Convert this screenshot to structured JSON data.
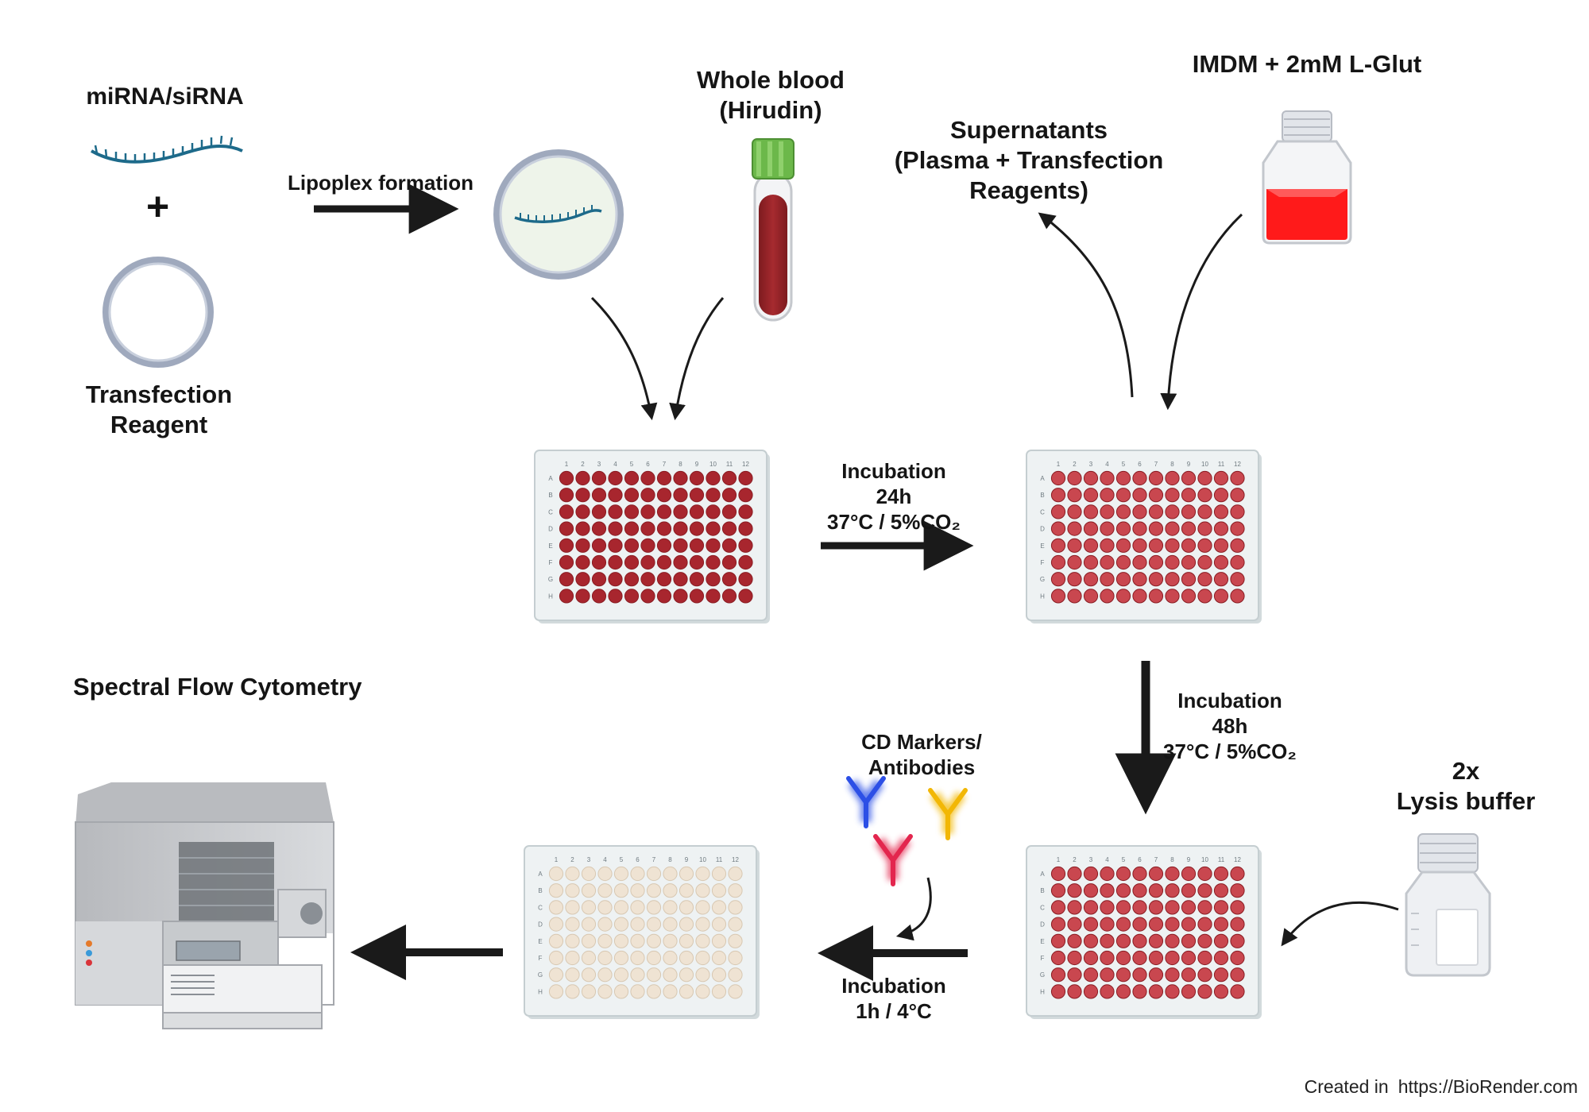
{
  "labels": {
    "mirna": "miRNA/siRNA",
    "plus": "+",
    "transfection_reagent": [
      "Transfection",
      "Reagent"
    ],
    "lipoplex": "Lipoplex formation",
    "whole_blood": [
      "Whole blood",
      "(Hirudin)"
    ],
    "supernatants": [
      "Supernatants",
      "(Plasma + Transfection",
      "Reagents)"
    ],
    "imdm": "IMDM + 2mM L-Glut",
    "incubation_24": [
      "Incubation",
      "24h",
      "37°C / 5%CO₂"
    ],
    "incubation_48": [
      "Incubation",
      "48h",
      "37°C / 5%CO₂"
    ],
    "lysis": [
      "2x",
      "Lysis buffer"
    ],
    "cd_markers": [
      "CD Markers/",
      "Antibodies"
    ],
    "incubation_1h": [
      "Incubation",
      "1h / 4°C"
    ],
    "spectral": "Spectral Flow Cytometry",
    "credit_prefix": "Created in",
    "credit_url": "https://BioRender.com"
  },
  "plate": {
    "columns": [
      "1",
      "2",
      "3",
      "4",
      "5",
      "6",
      "7",
      "8",
      "9",
      "10",
      "11",
      "12"
    ],
    "rows": [
      "A",
      "B",
      "C",
      "D",
      "E",
      "F",
      "G",
      "H"
    ]
  },
  "colors": {
    "plate1_wells": "#a8262e",
    "plate2_wells": "#c9474f",
    "plate3_wells": "#c9474f",
    "plate4_wells": "#efe3d3",
    "antibody_blue": "#2c4fe6",
    "antibody_yellow": "#f2b705",
    "antibody_red": "#e3264e",
    "blood": "#9e2328",
    "medium": "#ff1a1a",
    "tube_cap": "#6cb84a",
    "rna_strand": "#1d6a8a"
  },
  "icons": [
    "rna-strand-icon",
    "liposome-icon",
    "lipoplex-icon",
    "blood-tube-icon",
    "medium-bottle-icon",
    "well-plate-icon",
    "antibody-icon",
    "lysis-bottle-icon",
    "flow-cytometer-icon",
    "arrow-icon"
  ]
}
